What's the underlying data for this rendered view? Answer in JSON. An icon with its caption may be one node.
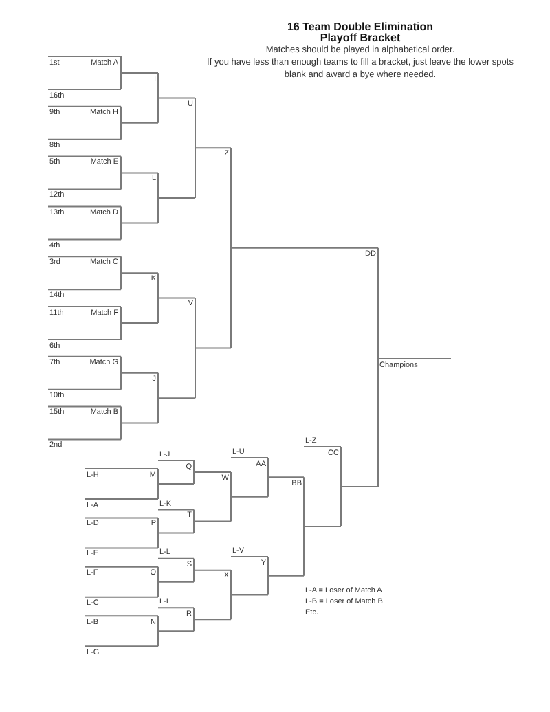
{
  "diagram": {
    "title": "16 Team Double Elimination Playoff Bracket",
    "labels": [
      "Matches should be played in alphabetical order.",
      "If you have less than enough teams to fill a bracket, just leave the lower spots blank and award a bye where needed.",
      "1st",
      "Match A",
      "16th",
      "9th",
      "Match H",
      "8th",
      "5th",
      "Match E",
      "12th",
      "13th",
      "Match D",
      "4th",
      "3rd",
      "Match C",
      "14th",
      "11th",
      "Match F",
      "6th",
      "7th",
      "Match G",
      "10th",
      "15th",
      "Match B",
      "2nd",
      "I",
      "L",
      "K",
      "J",
      "U",
      "V",
      "Z",
      "DD",
      "Champions",
      "L-H",
      "M",
      "L-A",
      "L-D",
      "P",
      "L-E",
      "L-F",
      "O",
      "L-C",
      "L-B",
      "N",
      "L-G",
      "L-J",
      "Q",
      "L-K",
      "T",
      "L-L",
      "S",
      "L-I",
      "R",
      "W",
      "X",
      "L-U",
      "AA",
      "L-V",
      "Y",
      "BB",
      "L-Z",
      "CC",
      "L-A = Loser of Match A",
      "L-B = Loser of Match B",
      "Etc."
    ]
  }
}
